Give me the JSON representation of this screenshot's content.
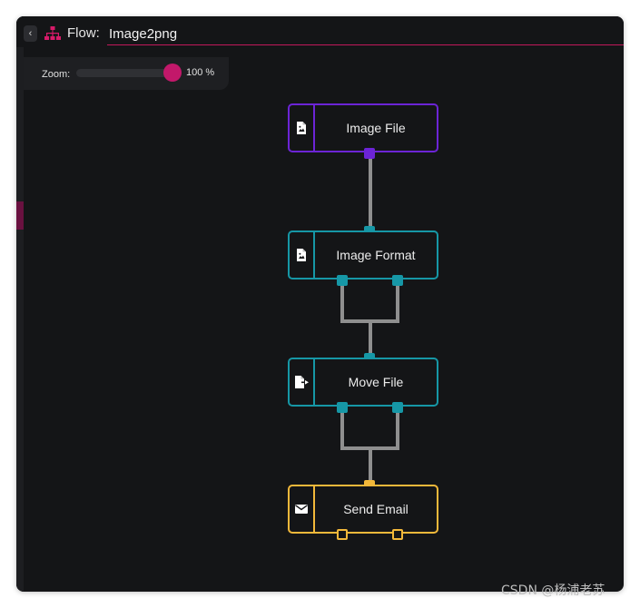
{
  "header": {
    "back_icon": "chevron-left-icon",
    "flow_icon": "sitemap-icon",
    "flow_label": "Flow:",
    "flow_name": "Image2png"
  },
  "zoom": {
    "label": "Zoom:",
    "value_text": "100 %",
    "level_fraction": 0.95
  },
  "colors": {
    "accent": "#c2186a",
    "input_underline": "#c2185b",
    "teal": "#1697a6",
    "purple": "#6c24d6",
    "yellow": "#f2b83a",
    "connector": "#8f8f8f"
  },
  "nodes": [
    {
      "label": "Image File",
      "icon": "file-image-icon",
      "color": "purple"
    },
    {
      "label": "Image Format",
      "icon": "file-image-icon",
      "color": "teal"
    },
    {
      "label": "Move File",
      "icon": "file-export-icon",
      "color": "teal"
    },
    {
      "label": "Send Email",
      "icon": "envelope-icon",
      "color": "yellow"
    }
  ],
  "watermark": "CSDN @杨浦老苏"
}
